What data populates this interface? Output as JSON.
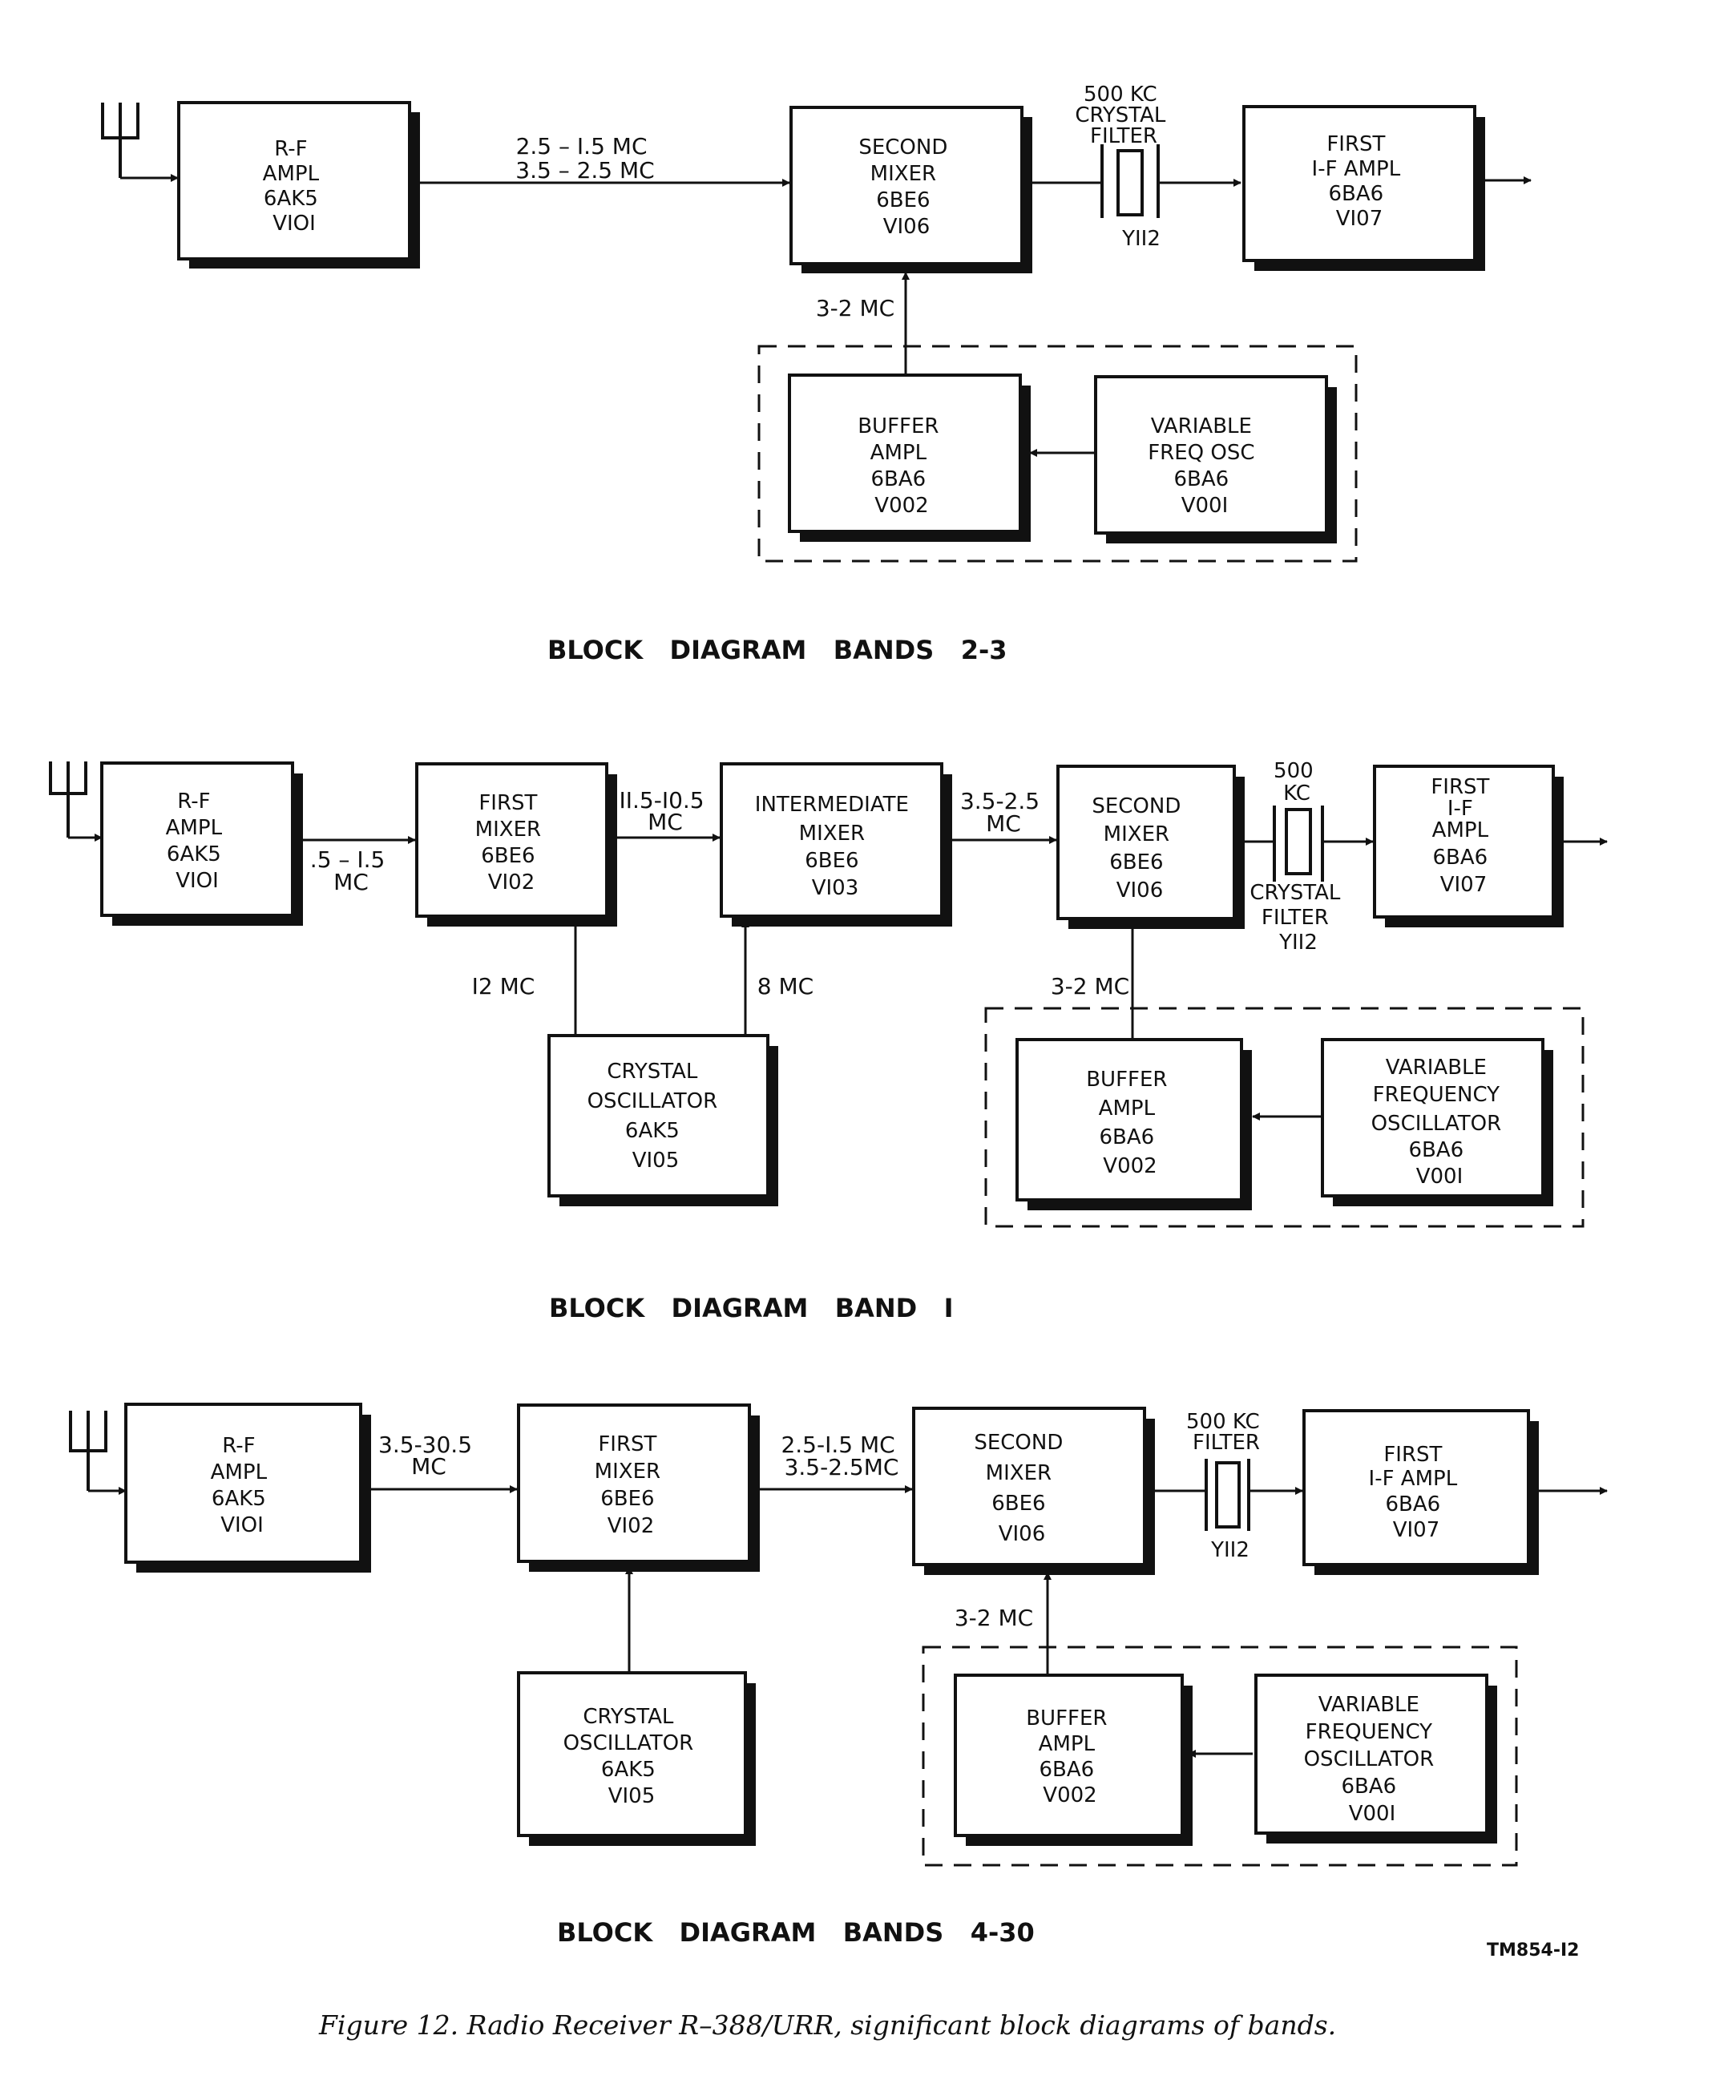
{
  "diagrams": [
    {
      "title": "BLOCK   DIAGRAM   BANDS   2-3",
      "blocks": [
        {
          "id": "rf",
          "lines": [
            "R-F",
            "AMPL",
            "6AK5",
            "VIOI"
          ]
        },
        {
          "id": "mix2",
          "lines": [
            "SECOND",
            "MIXER",
            "6BE6",
            "VI06"
          ]
        },
        {
          "id": "if1",
          "lines": [
            "FIRST",
            "I-F  AMPL",
            "6BA6",
            "VI07"
          ]
        },
        {
          "id": "buf",
          "lines": [
            "BUFFER",
            "AMPL",
            "6BA6",
            "V002"
          ]
        },
        {
          "id": "vfo",
          "lines": [
            "VARIABLE",
            "FREQ  OSC",
            "6BA6",
            "V00I"
          ]
        }
      ],
      "labels": [
        {
          "id": "f1",
          "lines": [
            "2.5 – I.5  MC",
            "3.5 – 2.5  MC"
          ]
        },
        {
          "id": "xtal",
          "lines": [
            "500   KC",
            "CRYSTAL",
            "FILTER"
          ]
        },
        {
          "id": "y112",
          "lines": [
            "YII2"
          ]
        },
        {
          "id": "f3",
          "lines": [
            "3-2 MC"
          ]
        }
      ]
    },
    {
      "title": "BLOCK   DIAGRAM   BAND   I",
      "blocks": [
        {
          "id": "rf",
          "lines": [
            "R-F",
            "AMPL",
            "6AK5",
            "VIOI"
          ]
        },
        {
          "id": "mix1",
          "lines": [
            "FIRST",
            "MIXER",
            "6BE6",
            "VI02"
          ]
        },
        {
          "id": "imix",
          "lines": [
            "INTERMEDIATE",
            "MIXER",
            "6BE6",
            "VI03"
          ]
        },
        {
          "id": "mix2",
          "lines": [
            "SECOND",
            "MIXER",
            "6BE6",
            "VI06"
          ]
        },
        {
          "id": "if1",
          "lines": [
            "FIRST",
            "I-F",
            "AMPL",
            "6BA6",
            "VI07"
          ]
        },
        {
          "id": "xosc",
          "lines": [
            "CRYSTAL",
            "OSCILLATOR",
            "6AK5",
            "VI05"
          ]
        },
        {
          "id": "buf",
          "lines": [
            "BUFFER",
            "AMPL",
            "6BA6",
            "V002"
          ]
        },
        {
          "id": "vfo",
          "lines": [
            "VARIABLE",
            "FREQUENCY",
            "OSCILLATOR",
            "6BA6",
            "V00I"
          ]
        }
      ],
      "labels": [
        {
          "id": "f1",
          "lines": [
            ".5 – I.5",
            "MC"
          ]
        },
        {
          "id": "f2",
          "lines": [
            "II.5-I0.5",
            "MC"
          ]
        },
        {
          "id": "f3",
          "lines": [
            "3.5-2.5",
            "MC"
          ]
        },
        {
          "id": "xtal",
          "lines": [
            "500",
            "KC"
          ]
        },
        {
          "id": "xtal2",
          "lines": [
            "CRYSTAL",
            "FILTER",
            "YII2"
          ]
        },
        {
          "id": "f12",
          "lines": [
            "I2 MC"
          ]
        },
        {
          "id": "f8",
          "lines": [
            "8 MC"
          ]
        },
        {
          "id": "f32",
          "lines": [
            "3-2 MC"
          ]
        }
      ]
    },
    {
      "title": "BLOCK   DIAGRAM   BANDS   4-30",
      "blocks": [
        {
          "id": "rf",
          "lines": [
            "R-F",
            "AMPL",
            "6AK5",
            "VIOI"
          ]
        },
        {
          "id": "mix1",
          "lines": [
            "FIRST",
            "MIXER",
            "6BE6",
            "VI02"
          ]
        },
        {
          "id": "mix2",
          "lines": [
            "SECOND",
            "MIXER",
            "6BE6",
            "VI06"
          ]
        },
        {
          "id": "if1",
          "lines": [
            "FIRST",
            "I-F  AMPL",
            "6BA6",
            "VI07"
          ]
        },
        {
          "id": "xosc",
          "lines": [
            "CRYSTAL",
            "OSCILLATOR",
            "6AK5",
            "VI05"
          ]
        },
        {
          "id": "buf",
          "lines": [
            "BUFFER",
            "AMPL",
            "6BA6",
            "V002"
          ]
        },
        {
          "id": "vfo",
          "lines": [
            "VARIABLE",
            "FREQUENCY",
            "OSCILLATOR",
            "6BA6",
            "V00I"
          ]
        }
      ],
      "labels": [
        {
          "id": "f1",
          "lines": [
            "3.5-30.5",
            "MC"
          ]
        },
        {
          "id": "f2",
          "lines": [
            "2.5-I.5 MC",
            "3.5-2.5MC"
          ]
        },
        {
          "id": "xtal",
          "lines": [
            "500  KC",
            "FILTER"
          ]
        },
        {
          "id": "y112",
          "lines": [
            "YII2"
          ]
        },
        {
          "id": "f32",
          "lines": [
            "3-2 MC"
          ]
        }
      ]
    }
  ],
  "tm_number": "TM854-I2",
  "caption": "Figure 12.  Radio Receiver R–388/URR, significant block diagrams of bands."
}
